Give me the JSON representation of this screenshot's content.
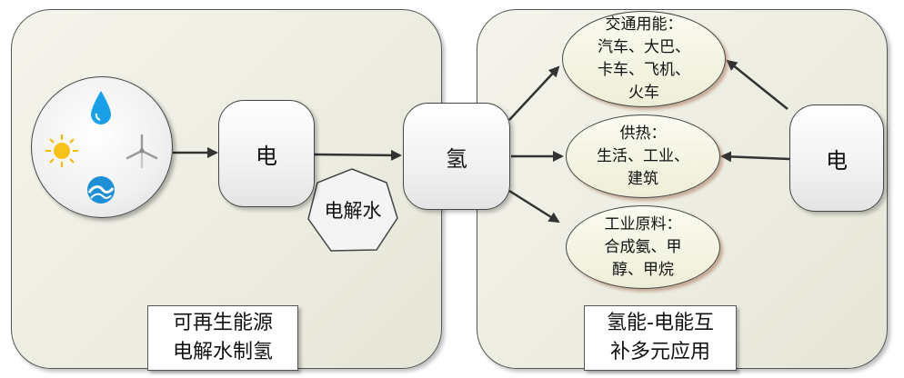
{
  "left_panel": {
    "caption": "可再生能源\n电解水制氢",
    "sources_icons": [
      "water-drop-icon",
      "sun-icon",
      "wind-turbine-icon",
      "wave-icon"
    ],
    "electricity_box": "电",
    "electrolysis_label": "电解水"
  },
  "hydrogen_box": "氢",
  "right_panel": {
    "caption": "氢能-电能互\n补多元应用",
    "electricity_box": "电",
    "applications": [
      {
        "text": "交通用能：\n汽车、大巴、\n卡车、飞机、\n火车"
      },
      {
        "text": "供热：\n生活、工业、\n建筑"
      },
      {
        "text": "工业原料：\n合成氨、甲\n醇、甲烷"
      }
    ]
  },
  "colors": {
    "panel_fill": "#ececdf",
    "ellipse_shadow": "#b4846a",
    "arrow": "#333333",
    "sun": "#f5b800",
    "water": "#1aa0e6"
  }
}
